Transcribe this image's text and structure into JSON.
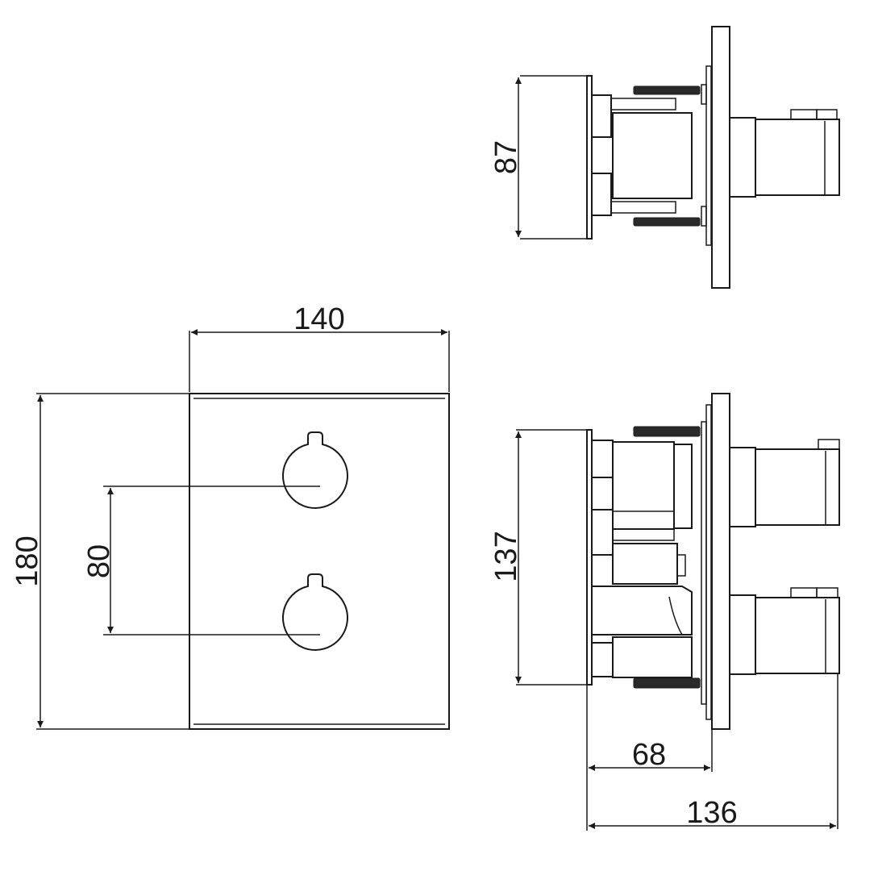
{
  "drawing": {
    "type": "technical dimension drawing",
    "line_color": "#1a1a1a",
    "background": "#ffffff",
    "units": "mm"
  },
  "front_view": {
    "width_label": "140",
    "height_label": "180",
    "handle_spacing_label": "80"
  },
  "top_side_view": {
    "height_label": "87"
  },
  "bottom_side_view": {
    "height_label": "137",
    "depth_partial_label": "68",
    "depth_total_label": "136"
  }
}
